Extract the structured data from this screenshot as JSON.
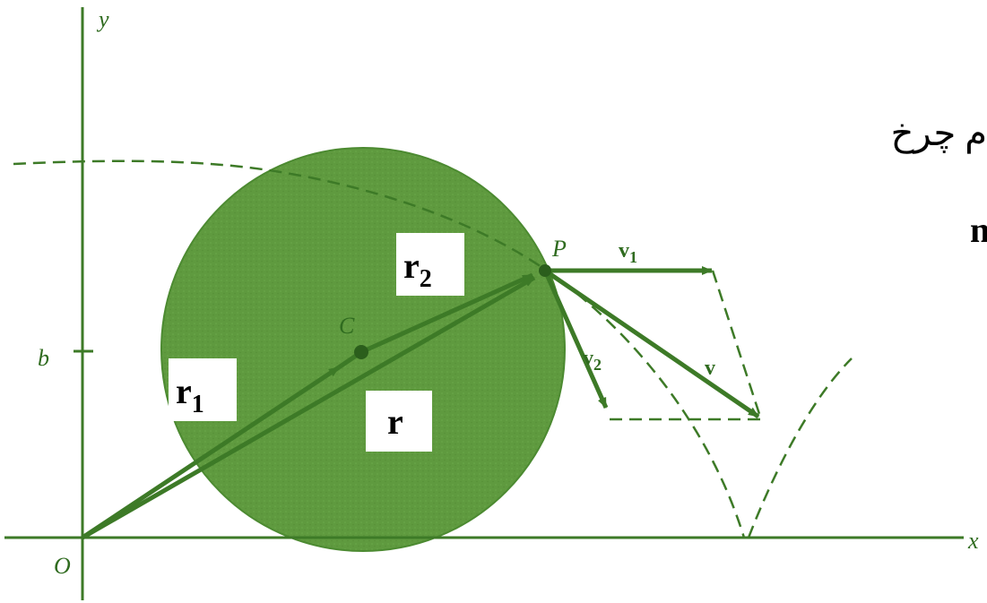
{
  "axes": {
    "x_label": "x",
    "y_label": "y",
    "origin_label": "O",
    "b_label": "b"
  },
  "points": {
    "center_label": "C",
    "point_label": "P"
  },
  "vectors": {
    "r1": {
      "base": "r",
      "sub": "1"
    },
    "r2": {
      "base": "r",
      "sub": "2"
    },
    "r": "r",
    "v1": {
      "base": "v",
      "sub": "1"
    },
    "v2": {
      "base": "v",
      "sub": "2"
    },
    "v": "v"
  },
  "side_text": {
    "line1": "م چرخ",
    "line2": "n"
  },
  "colors": {
    "ink": "#3d7a27",
    "disc": "#5f9a3f",
    "dark": "#2b5e1c"
  }
}
